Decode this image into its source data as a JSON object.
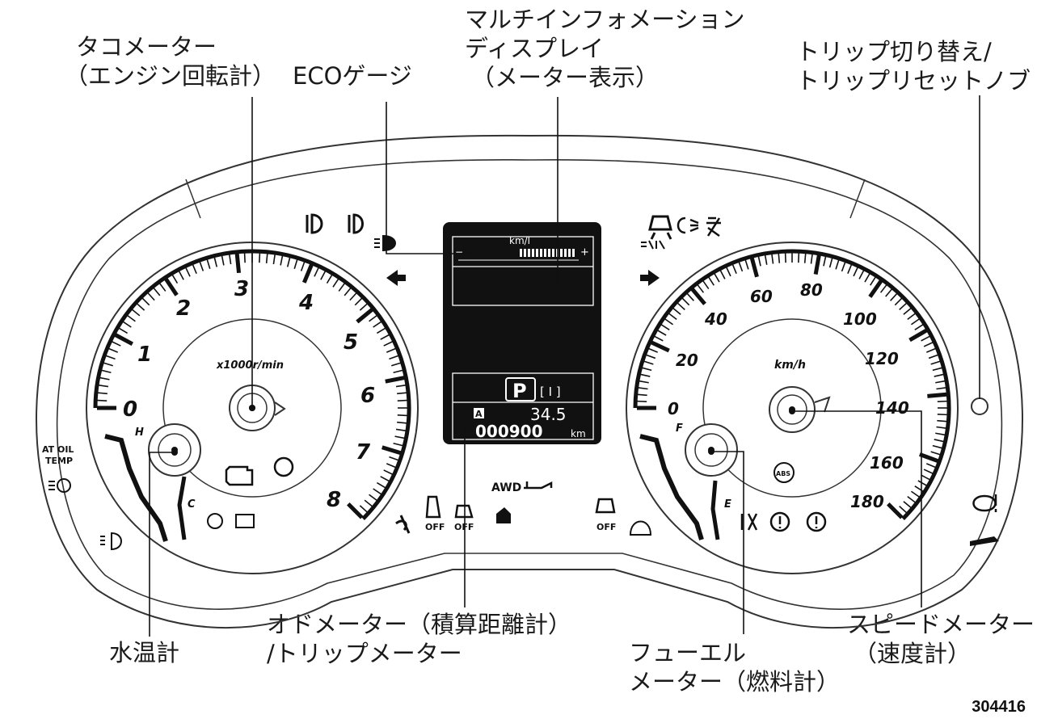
{
  "callouts": {
    "tachometer": [
      "タコメーター",
      "（エンジン回転計）"
    ],
    "eco_gauge": "ECOゲージ",
    "multi_info": [
      "マルチインフォメーション",
      "ディスプレイ",
      "（メーター表示）"
    ],
    "trip_knob": [
      "トリップ切り替え/",
      "トリップリセットノブ"
    ],
    "water_temp": "水温計",
    "odometer": [
      "オドメーター（積算距離計）",
      "/トリップメーター"
    ],
    "fuel_meter": [
      "フューエル",
      "メーター（燃料計）"
    ],
    "speedometer": [
      "スピードメーター",
      "（速度計）"
    ]
  },
  "figure_number": "304416",
  "tachometer": {
    "unit": "x1000r/min",
    "labels": [
      "0",
      "1",
      "2",
      "3",
      "4",
      "5",
      "6",
      "7",
      "8"
    ]
  },
  "speedometer": {
    "unit": "km/h",
    "labels": [
      "0",
      "20",
      "40",
      "60",
      "80",
      "100",
      "120",
      "140",
      "160",
      "180"
    ]
  },
  "temp_gauge": {
    "hot": "H",
    "cold": "C"
  },
  "fuel_gauge": {
    "full": "F",
    "empty": "E"
  },
  "display": {
    "eco_unit": "km/l",
    "eco_plus": "+",
    "eco_minus": "−",
    "gear": "P",
    "gear_sub": "[ I ]",
    "trip_value": "34.5",
    "trip_mode": "A",
    "odo_value": "000900",
    "odo_unit": "km"
  },
  "indicators": {
    "awd": "AWD",
    "at_oil_temp": [
      "AT OIL",
      "TEMP"
    ],
    "off_labels": [
      "OFF",
      "OFF",
      "OFF"
    ],
    "abs": "ABS"
  },
  "colors": {
    "lcd_background": "#111111",
    "line": "#111111"
  }
}
